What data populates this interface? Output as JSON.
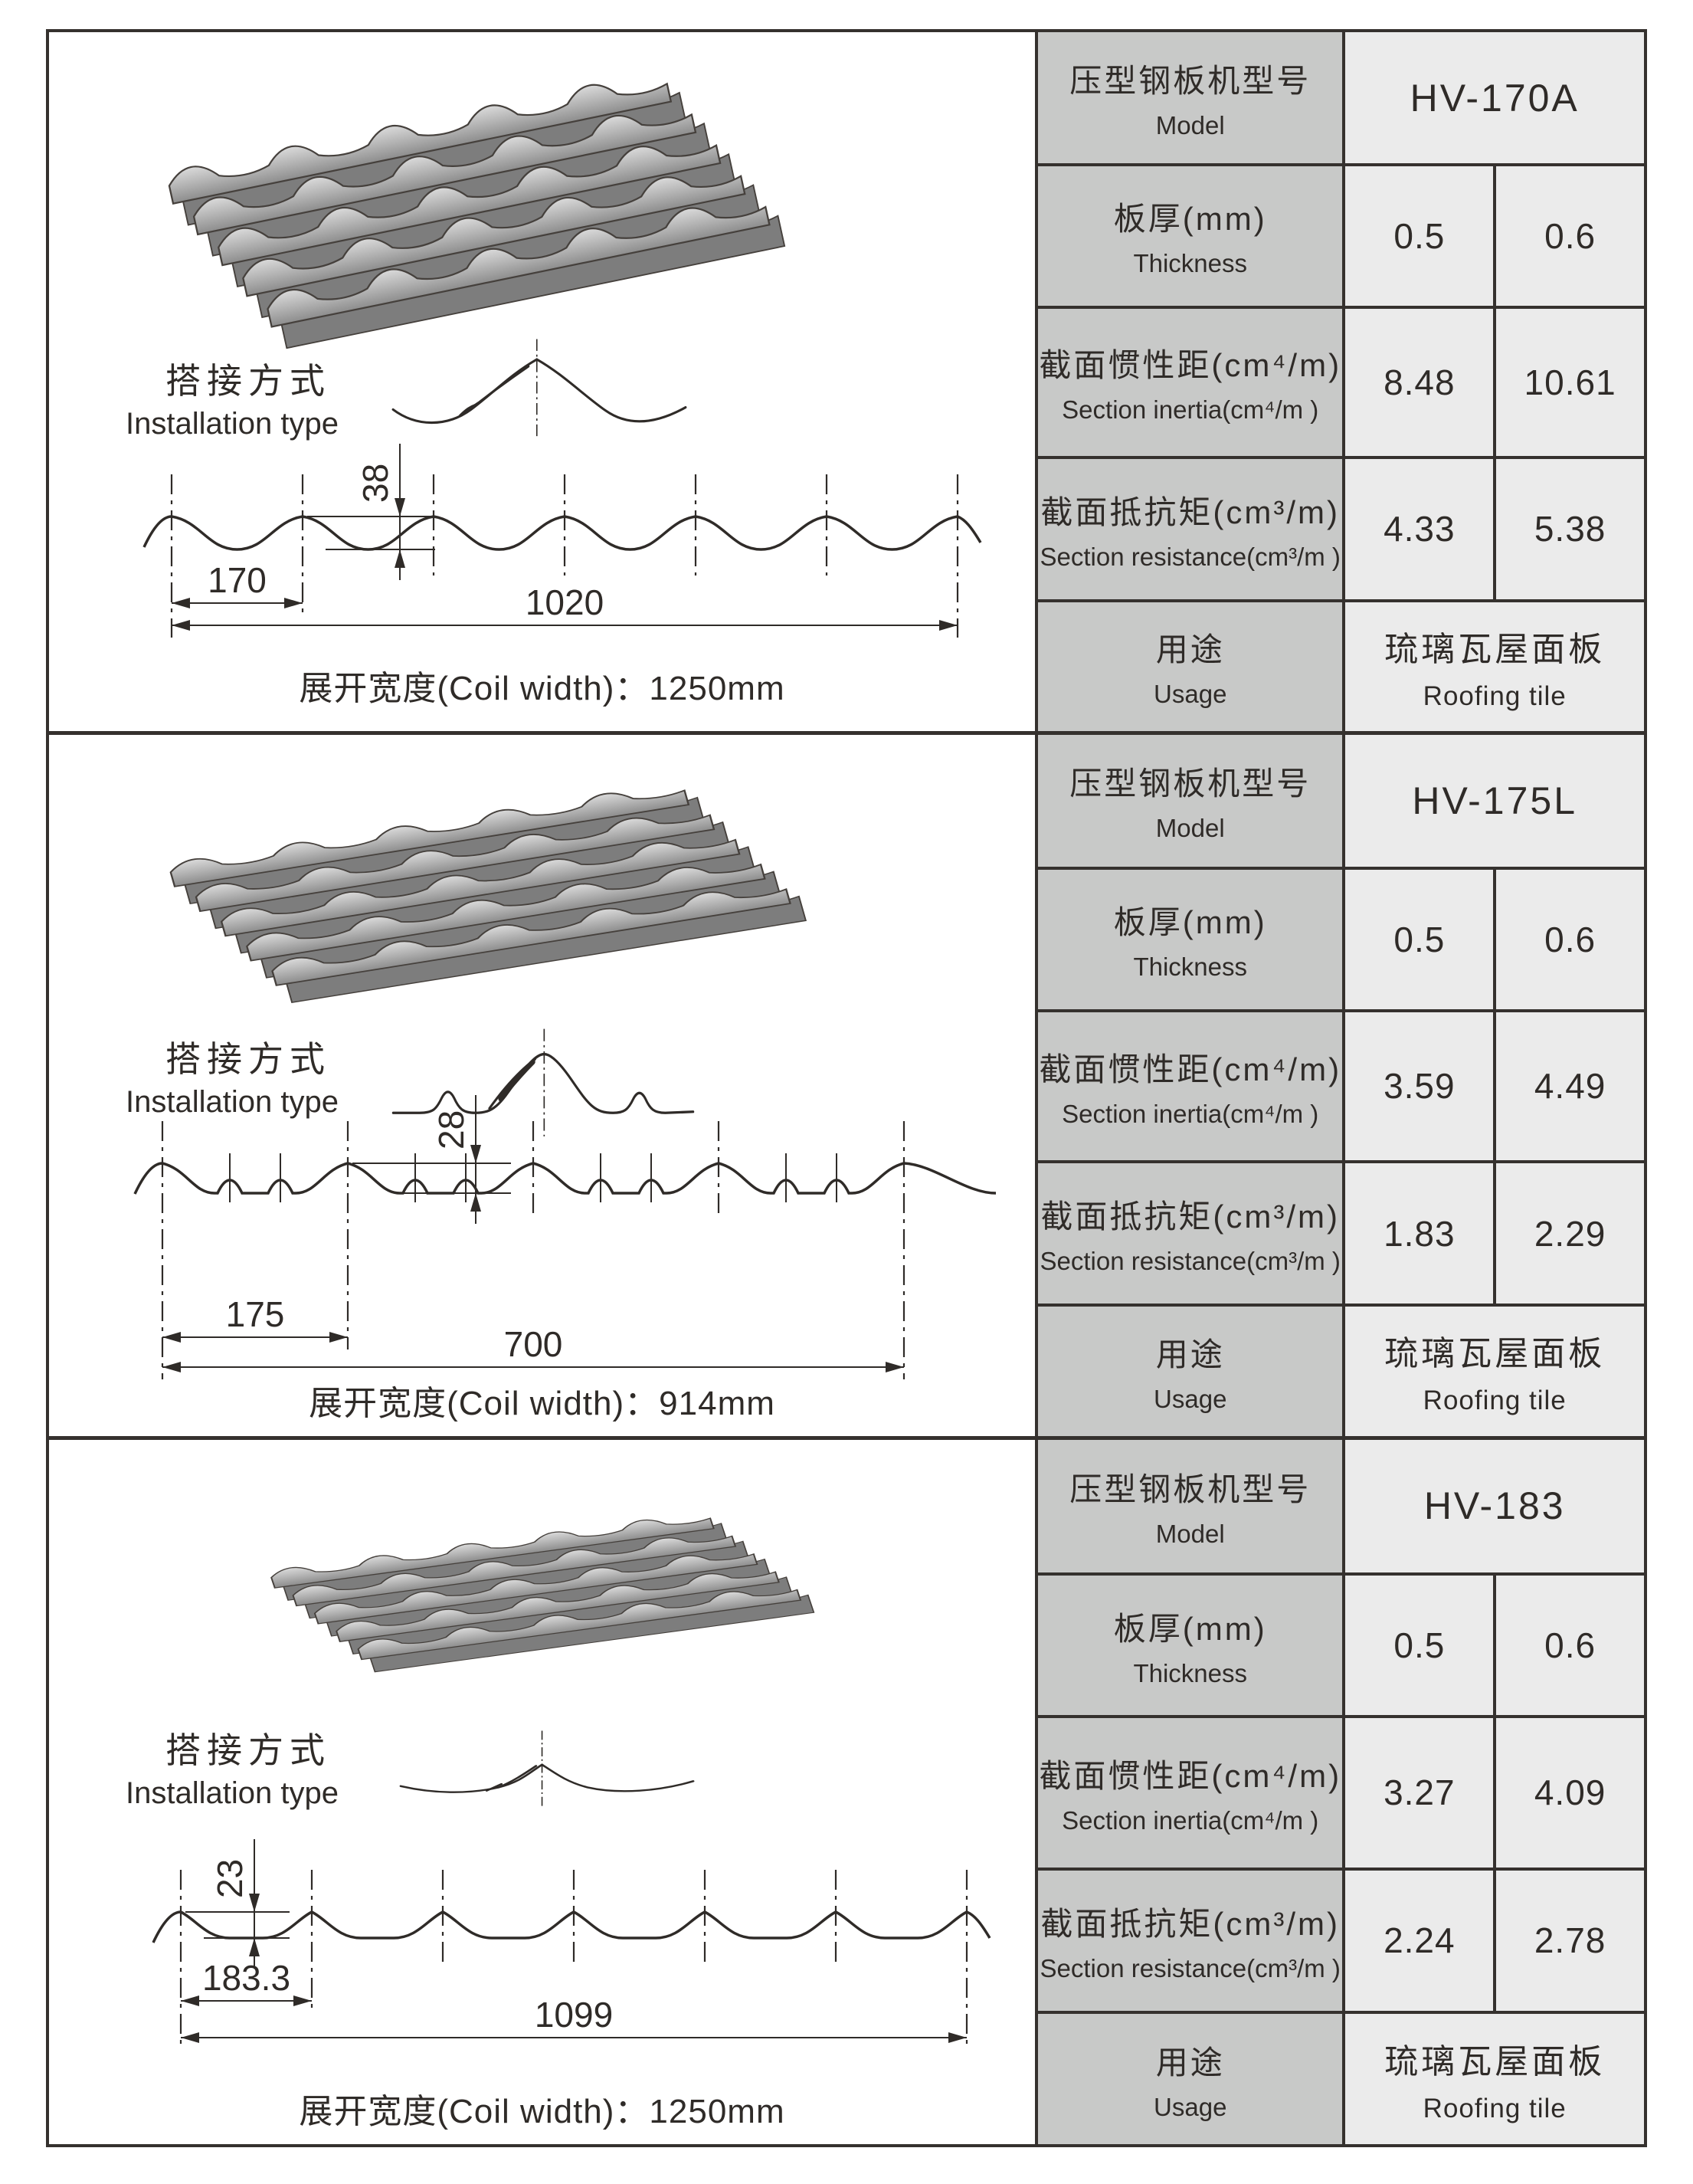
{
  "sections": [
    {
      "installation_label_zh": "搭接方式",
      "installation_label_en": "Installation type",
      "dims": {
        "height": "38",
        "pitch": "170",
        "total": "1020"
      },
      "coil_width": "展开宽度(Coil width)：1250mm",
      "table": {
        "model_label_zh": "压型钢板机型号",
        "model_label_en": "Model",
        "model_value": "HV-170A",
        "thickness_label_zh": "板厚(mm)",
        "thickness_label_en": "Thickness",
        "thickness_values": [
          "0.5",
          "0.6"
        ],
        "inertia_label_zh": "截面惯性距(cm⁴/m)",
        "inertia_label_en": "Section inertia(cm⁴/m )",
        "inertia_values": [
          "8.48",
          "10.61"
        ],
        "resistance_label_zh": "截面抵抗矩(cm³/m)",
        "resistance_label_en": "Section resistance(cm³/m )",
        "resistance_values": [
          "4.33",
          "5.38"
        ],
        "usage_label_zh": "用途",
        "usage_label_en": "Usage",
        "usage_value_zh": "琉璃瓦屋面板",
        "usage_value_en": "Roofing tile"
      }
    },
    {
      "installation_label_zh": "搭接方式",
      "installation_label_en": "Installation type",
      "dims": {
        "height": "28",
        "pitch": "175",
        "total": "700"
      },
      "coil_width": "展开宽度(Coil width)：914mm",
      "table": {
        "model_label_zh": "压型钢板机型号",
        "model_label_en": "Model",
        "model_value": "HV-175L",
        "thickness_label_zh": "板厚(mm)",
        "thickness_label_en": "Thickness",
        "thickness_values": [
          "0.5",
          "0.6"
        ],
        "inertia_label_zh": "截面惯性距(cm⁴/m)",
        "inertia_label_en": "Section inertia(cm⁴/m )",
        "inertia_values": [
          "3.59",
          "4.49"
        ],
        "resistance_label_zh": "截面抵抗矩(cm³/m)",
        "resistance_label_en": "Section resistance(cm³/m )",
        "resistance_values": [
          "1.83",
          "2.29"
        ],
        "usage_label_zh": "用途",
        "usage_label_en": "Usage",
        "usage_value_zh": "琉璃瓦屋面板",
        "usage_value_en": "Roofing tile"
      }
    },
    {
      "installation_label_zh": "搭接方式",
      "installation_label_en": "Installation type",
      "dims": {
        "height": "23",
        "pitch": "183.3",
        "total": "1099"
      },
      "coil_width": "展开宽度(Coil width)：1250mm",
      "table": {
        "model_label_zh": "压型钢板机型号",
        "model_label_en": "Model",
        "model_value": "HV-183",
        "thickness_label_zh": "板厚(mm)",
        "thickness_label_en": "Thickness",
        "thickness_values": [
          "0.5",
          "0.6"
        ],
        "inertia_label_zh": "截面惯性距(cm⁴/m)",
        "inertia_label_en": "Section inertia(cm⁴/m )",
        "inertia_values": [
          "3.27",
          "4.09"
        ],
        "resistance_label_zh": "截面抵抗矩(cm³/m)",
        "resistance_label_en": "Section resistance(cm³/m )",
        "resistance_values": [
          "2.24",
          "2.78"
        ],
        "usage_label_zh": "用途",
        "usage_label_en": "Usage",
        "usage_value_zh": "琉璃瓦屋面板",
        "usage_value_en": "Roofing tile"
      }
    }
  ]
}
